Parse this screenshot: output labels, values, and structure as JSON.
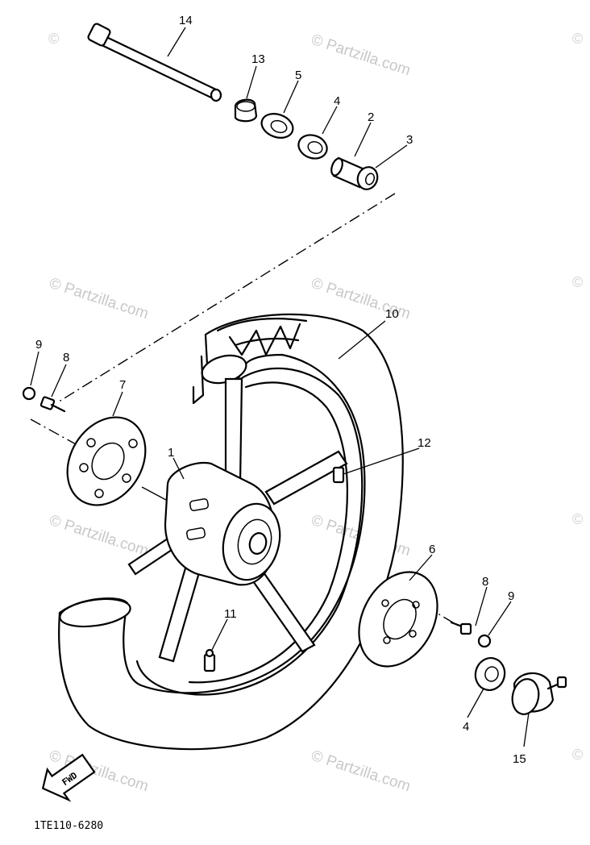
{
  "diagram": {
    "drawing_code": "1TE110-6280",
    "direction_marker": "FWD",
    "watermark_text": "© Partzilla.com",
    "watermark_symbol": "©",
    "callouts": [
      {
        "id": "c14",
        "label": "14"
      },
      {
        "id": "c13",
        "label": "13"
      },
      {
        "id": "c5",
        "label": "5"
      },
      {
        "id": "c4a",
        "label": "4"
      },
      {
        "id": "c2",
        "label": "2"
      },
      {
        "id": "c3",
        "label": "3"
      },
      {
        "id": "c10",
        "label": "10"
      },
      {
        "id": "c9a",
        "label": "9"
      },
      {
        "id": "c8a",
        "label": "8"
      },
      {
        "id": "c7",
        "label": "7"
      },
      {
        "id": "c1",
        "label": "1"
      },
      {
        "id": "c12",
        "label": "12"
      },
      {
        "id": "c6",
        "label": "6"
      },
      {
        "id": "c8b",
        "label": "8"
      },
      {
        "id": "c9b",
        "label": "9"
      },
      {
        "id": "c11",
        "label": "11"
      },
      {
        "id": "c4b",
        "label": "4"
      },
      {
        "id": "c15",
        "label": "15"
      }
    ]
  }
}
